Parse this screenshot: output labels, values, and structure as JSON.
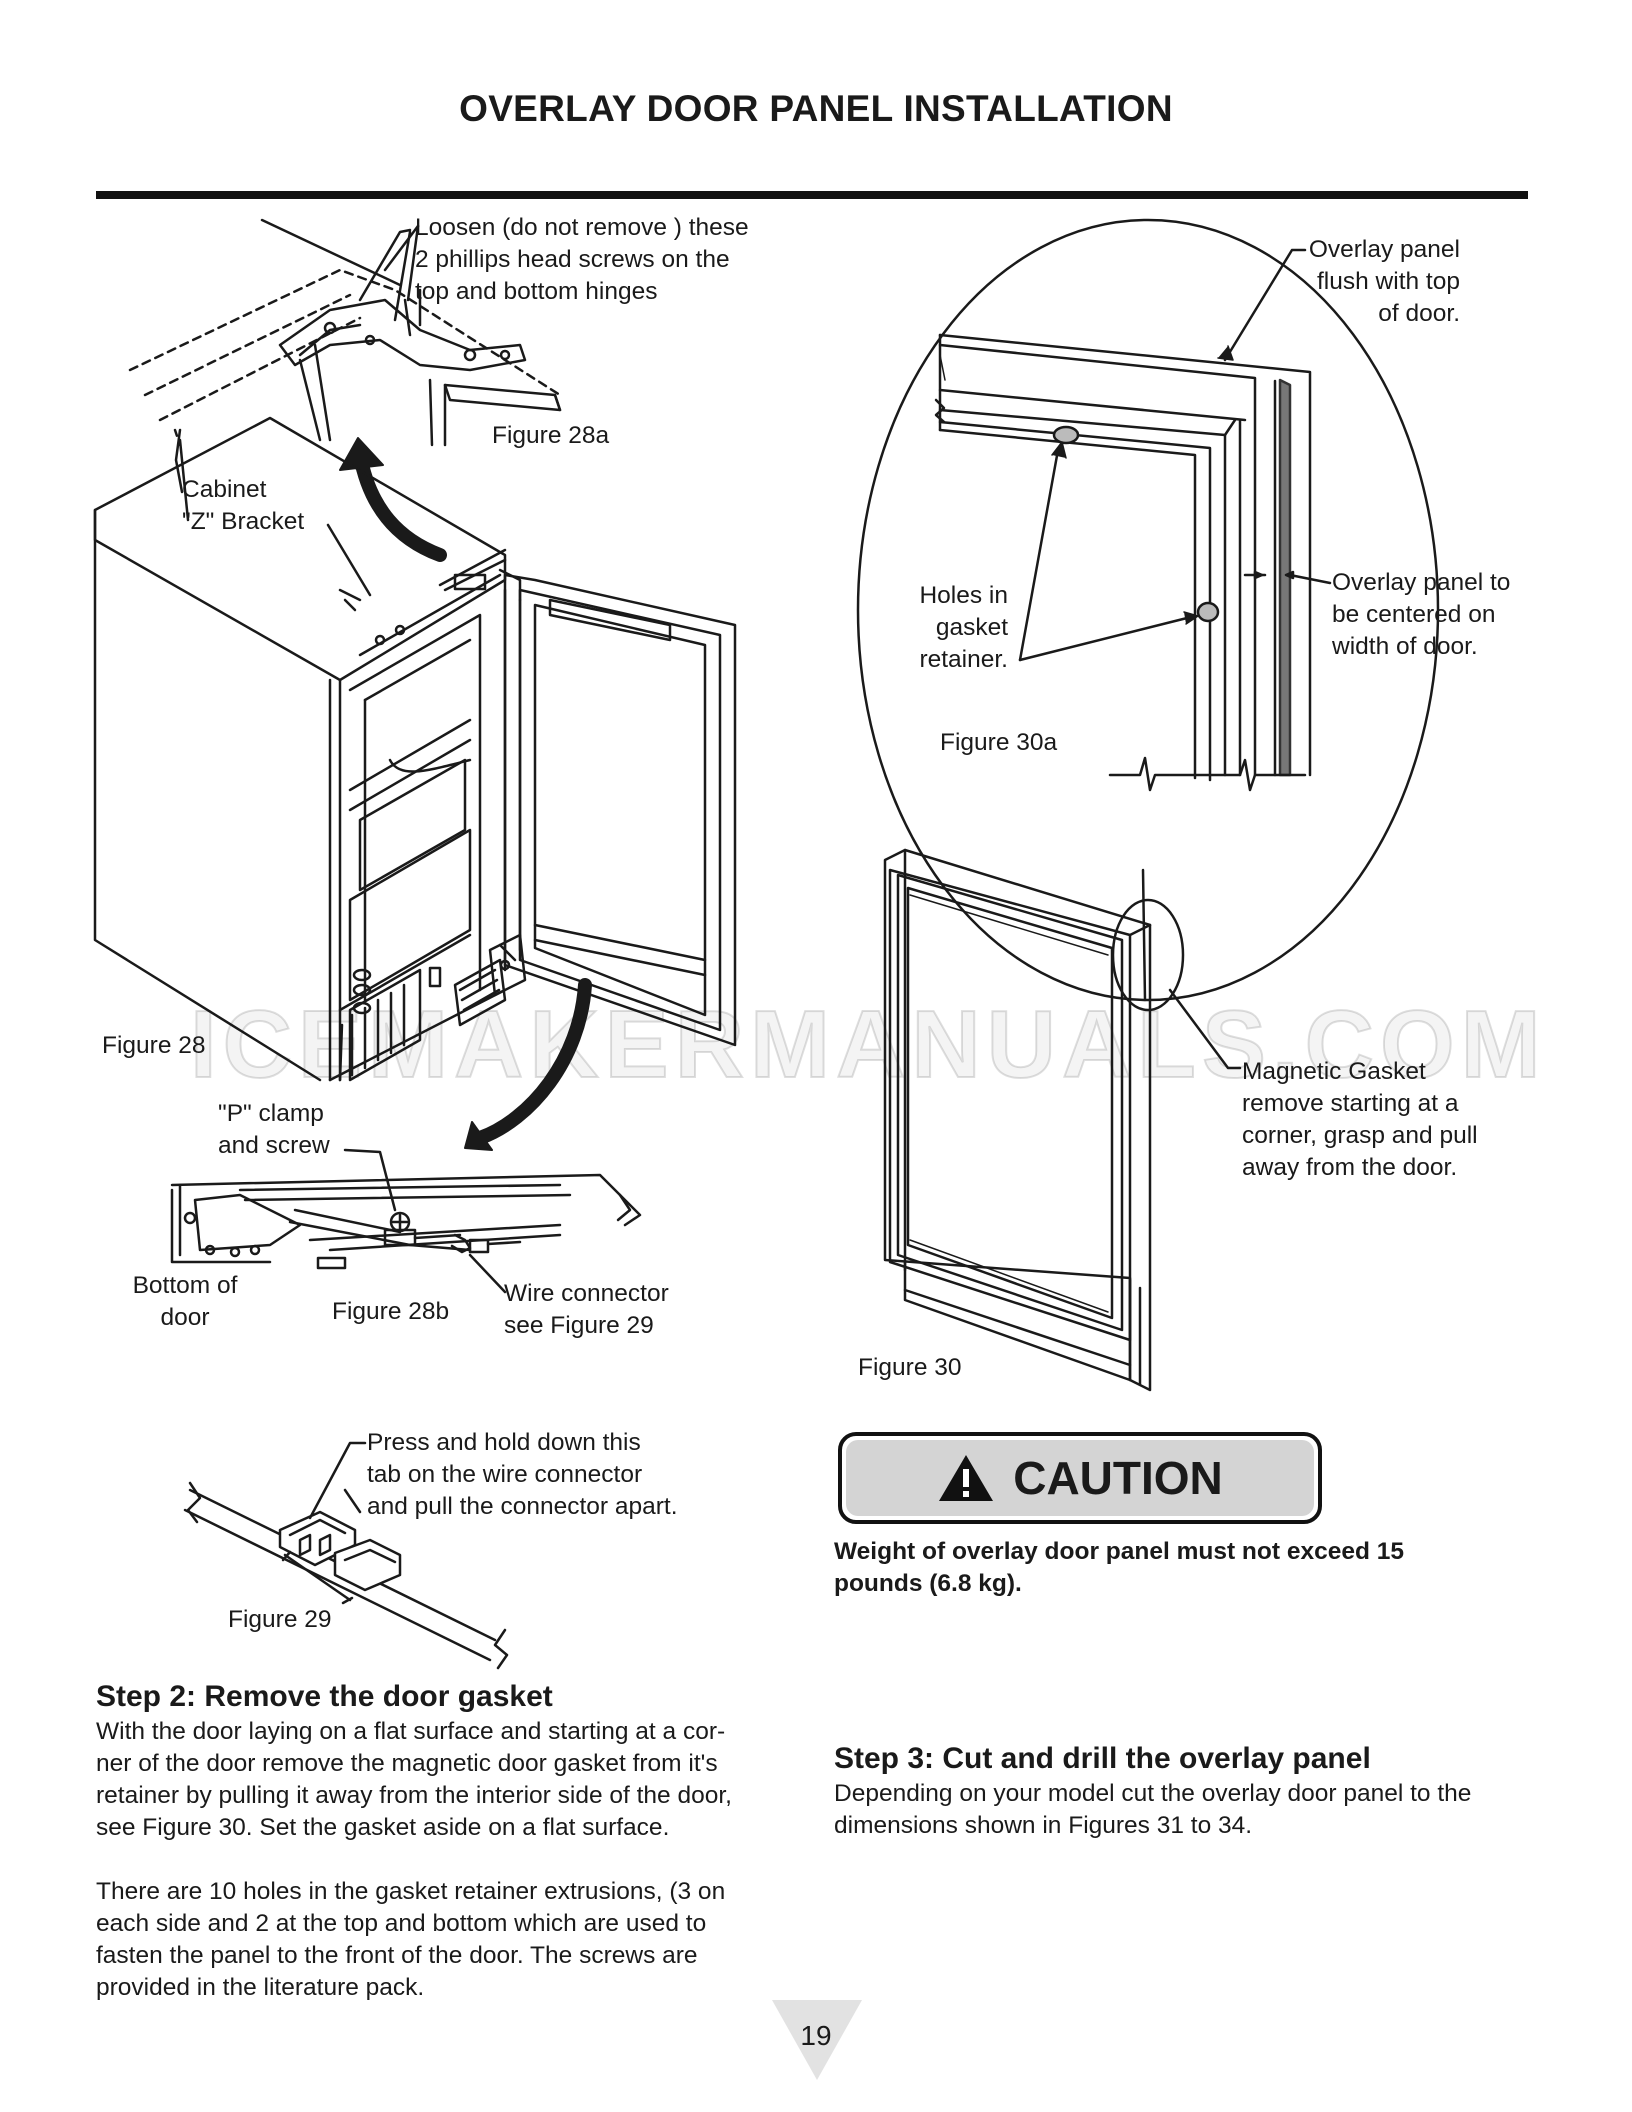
{
  "page": {
    "title": "OVERLAY DOOR PANEL INSTALLATION",
    "watermark": "ICEMAKERMANUALS.COM",
    "page_number": "19"
  },
  "figures": {
    "fig28a_callout": "Loosen (do not remove ) these\n2 phillips head screws on the\ntop and bottom hinges",
    "fig28a_label": "Figure 28a",
    "bracket_callout": "Cabinet\n\"Z\" Bracket",
    "fig28_label": "Figure 28",
    "p_clamp_callout": "\"P\" clamp\nand screw",
    "bottom_door_label": "Bottom of\ndoor",
    "fig28b_label": "Figure 28b",
    "wire_connector_callout": "Wire connector\nsee Figure 29",
    "fig29_callout": "Press and hold down this\ntab on the wire connector\nand pull the connector apart.",
    "fig29_label": "Figure 29",
    "flush_callout": "Overlay panel\nflush with top\nof door.",
    "holes_callout": "Holes in\ngasket\nretainer.",
    "centered_callout": "Overlay panel to\nbe centered on\nwidth of door.",
    "fig30a_label": "Figure 30a",
    "gasket_callout": "Magnetic Gasket\nremove starting at a\ncorner, grasp and pull\naway from the door.",
    "fig30_label": "Figure 30"
  },
  "caution": {
    "heading": "CAUTION",
    "text": "Weight of overlay door panel must not exceed 15\npounds (6.8 kg)."
  },
  "step2": {
    "heading": "Step 2: Remove the door gasket",
    "para1": "With the door laying on a flat surface and starting at a cor-\nner of the door remove the magnetic door gasket from it's\nretainer by pulling it away from the interior side of the door,\nsee Figure 30. Set the gasket aside on a flat surface.",
    "para2": "There are 10 holes in the gasket retainer extrusions, (3 on\neach side and 2 at the top and bottom which are used to\nfasten the panel to the front of the door. The screws are\nprovided in the literature pack."
  },
  "step3": {
    "heading": "Step 3: Cut and drill the overlay panel",
    "para1": "Depending on your model cut the overlay door panel to the\ndimensions shown in Figures 31 to 34."
  }
}
